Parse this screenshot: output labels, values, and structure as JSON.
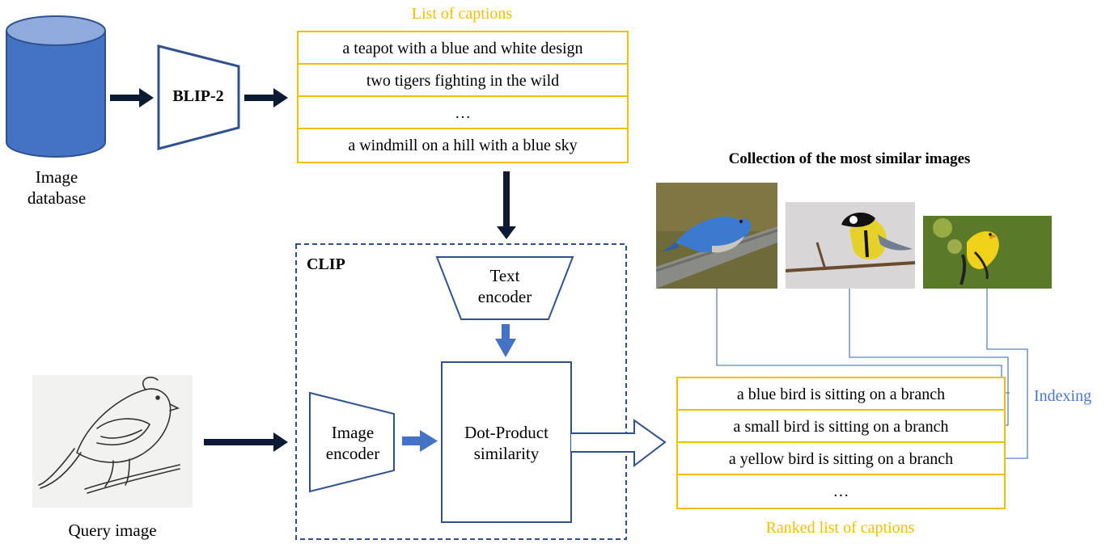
{
  "database": {
    "label_line1": "Image",
    "label_line2": "database"
  },
  "blip": {
    "label": "BLIP-2"
  },
  "captions": {
    "title": "List of captions",
    "items": [
      "a teapot with a blue and white design",
      "two tigers fighting in the wild",
      "…",
      "a windmill on a hill with a blue sky"
    ]
  },
  "clip": {
    "label": "CLIP",
    "text_encoder_line1": "Text",
    "text_encoder_line2": "encoder",
    "image_encoder_line1": "Image",
    "image_encoder_line2": "encoder",
    "similarity_line1": "Dot-Product",
    "similarity_line2": "similarity"
  },
  "query": {
    "label": "Query image"
  },
  "collection": {
    "title": "Collection of the most similar images"
  },
  "ranked": {
    "title": "Ranked list of captions",
    "items": [
      "a blue bird is sitting on a branch",
      "a small bird is sitting on a branch",
      "a yellow bird is sitting on a branch",
      "…"
    ]
  },
  "indexing": {
    "label": "Indexing"
  },
  "colors": {
    "database_blue": "#4472c4",
    "navy": "#2f4f8f",
    "yellow": "#f2bf00",
    "link_blue": "#4a78c8"
  }
}
